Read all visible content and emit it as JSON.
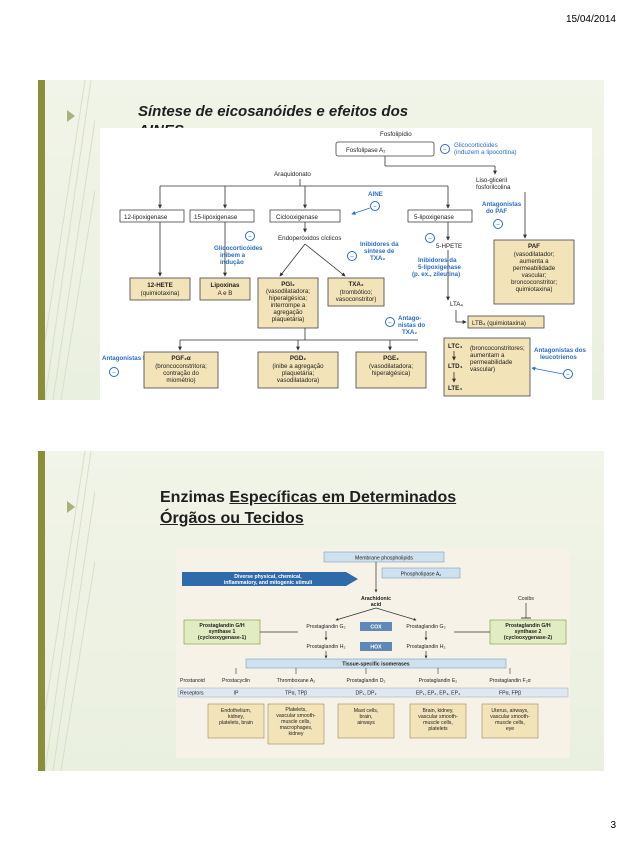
{
  "header": {
    "date": "15/04/2014"
  },
  "footer": {
    "page_number": "3"
  },
  "colors": {
    "accent_bar": "#8a8d3a",
    "slide_bg": "#eef2e3",
    "blue_annotation": "#2a6cc4",
    "panel_tan": "#f2e3b8"
  },
  "slide1": {
    "title_line1": "Síntese de eicosanóides e efeitos dos",
    "title_line2": "AINES",
    "diagram": {
      "fosfolipidio": "Fosfolipídio",
      "fosfolipase": "Fosfolipase A₂",
      "glico_top_1": "Glicocorticóides",
      "glico_top_2": "(induzem a lipocortina)",
      "liso_1": "Liso-gliceril",
      "liso_2": "fosforilcolina",
      "araquidonato": "Araquidonato",
      "aine": "AINE",
      "lipox12": "12-lipoxigenase",
      "lipox15": "15-lipoxigenase",
      "ciclo": "Ciclooxigenase",
      "lipox5": "5-lipoxigenase",
      "antag_paf_1": "Antagonistas",
      "antag_paf_2": "do PAF",
      "endo": "Endoperóxidos cíclicos",
      "hpete": "5-HPETE",
      "glico_mid_1": "Glicocorticóides",
      "glico_mid_2": "inibem a",
      "glico_mid_3": "indução",
      "inib_txa_1": "Inibidores da",
      "inib_txa_2": "síntese de",
      "inib_txa_3": "TXA₂",
      "inib_5lip_1": "Inibidores da",
      "inib_5lip_2": "5-lipoxigenase",
      "inib_5lip_3": "(p. ex., zileutina)",
      "paf_1": "PAF",
      "paf_2": "(vasodilatador;",
      "paf_3": "aumenta a",
      "paf_4": "permeabilidade",
      "paf_5": "vascular;",
      "paf_6": "broncoconstritor;",
      "paf_7": "quimiotaxina)",
      "hete_1": "12-HETE",
      "hete_2": "(quimiotaxina)",
      "lipoxinas_1": "Lipoxinas",
      "lipoxinas_2": "A e B",
      "pgi_1": "PGI₂",
      "pgi_2": "(vasodilatadora;",
      "pgi_3": "hiperalgésica;",
      "pgi_4": "interrompe a",
      "pgi_5": "agregação",
      "pgi_6": "plaquetária)",
      "txa_1": "TXA₂",
      "txa_2": "(trombótico;",
      "txa_3": "vasoconstritor)",
      "lta": "LTA₄",
      "antag_txa_1": "Antago-",
      "antag_txa_2": "nistas do",
      "antag_txa_3": "TXA₂",
      "ltb": "LTB₄ (quimiotaxina)",
      "antag_pg": "Antagonistas PG",
      "pgf_1": "PGF₂α",
      "pgf_2": "(broncoconstritora;",
      "pgf_3": "contração do",
      "pgf_4": "miométrio)",
      "pgd_1": "PGD₂",
      "pgd_2": "(inibe a agregação",
      "pgd_3": "plaquetária;",
      "pgd_4": "vasodilatadora)",
      "pge_1": "PGE₂",
      "pge_2": "(vasodilatadora;",
      "pge_3": "hiperalgésica)",
      "ltc": "LTC₄",
      "ltd": "LTD₄",
      "lte": "LTE₄",
      "lt_1": "(broncoconstritores;",
      "lt_2": "aumentam a",
      "lt_3": "permeabilidade",
      "lt_4": "vascular)",
      "antag_leuco_1": "Antagonistas dos",
      "antag_leuco_2": "leucotrienos"
    }
  },
  "slide2": {
    "title_line1_plain": "Enzimas ",
    "title_line1_underlined": "Específicas em Determinados",
    "title_line2_underlined": "Órgãos ou Tecidos",
    "diagram": {
      "membrane": "Membrane phospholipids",
      "stimuli_1": "Diverse physical, chemical,",
      "stimuli_2": "inflammatory, and mitogenic stimuli",
      "pla2": "Phospholipase A₂",
      "arach_1": "Arachidonic",
      "arach_2": "acid",
      "coxibs": "Coxibs",
      "pgs1_1": "Prostaglandin G/H",
      "pgs1_2": "synthase 1",
      "pgs1_3": "(cyclooxygenase-1)",
      "pgg_left": "Prostaglandin G₂",
      "cox": "COX",
      "pgg_right": "Prostaglandin G₂",
      "pgs2_1": "Prostaglandin G/H",
      "pgs2_2": "synthase 2",
      "pgs2_3": "(cyclooxygenase-2)",
      "pgh_left": "Prostaglandin H₂",
      "hox": "HOX",
      "pgh_right": "Prostaglandin H₂",
      "isomerases": "Tissue-specific isomerases",
      "row_prostanoid": "Prostanoid",
      "row_receptor": "Receptors",
      "prostanoids": [
        "Prostacyclin",
        "Thromboxane A₂",
        "Prostaglandin D₂",
        "Prostaglandin E₂",
        "Prostaglandin F₂α"
      ],
      "receptors": [
        "IP",
        "TPα, TPβ",
        "DP₁, DP₂",
        "EP₁, EP₂, EP₃, EP₄",
        "FPα, FPβ"
      ],
      "tissues": [
        [
          "Endothelium,",
          "kidney,",
          "platelets, brain"
        ],
        [
          "Platelets,",
          "vascular smooth-",
          "muscle cells,",
          "macrophages,",
          "kidney"
        ],
        [
          "Mast cells,",
          "brain,",
          "airways"
        ],
        [
          "Brain, kidney,",
          "vascular smooth-",
          "muscle cells,",
          "platelets"
        ],
        [
          "Uterus, airways,",
          "vascular smooth-",
          "muscle cells,",
          "eye"
        ]
      ]
    }
  }
}
